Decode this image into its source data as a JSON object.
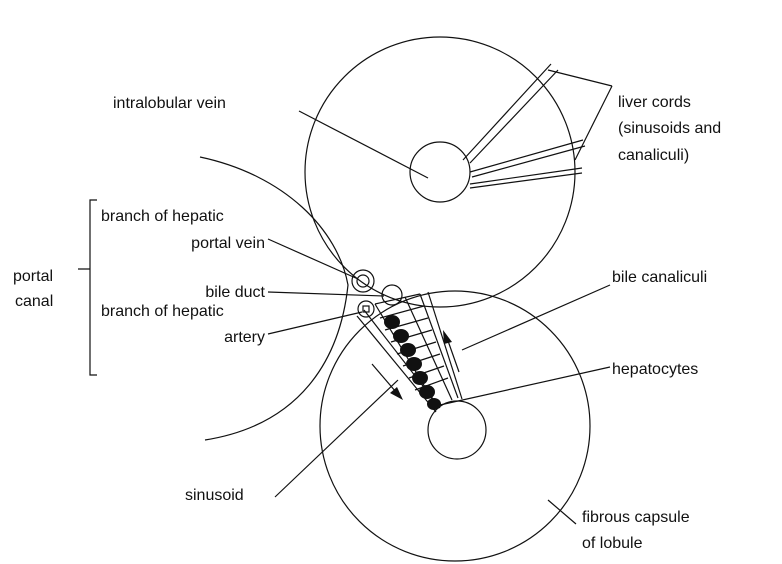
{
  "labels": {
    "intralobular_vein": "intralobular vein",
    "liver_cords_1": "liver cords",
    "liver_cords_2": "(sinusoids and",
    "liver_cords_3": "canaliculi)",
    "branch_portal_1": "branch of hepatic",
    "branch_portal_2": "portal vein",
    "bile_duct": "bile duct",
    "branch_artery_1": "branch of hepatic",
    "branch_artery_2": "artery",
    "portal_canal_1": "portal",
    "portal_canal_2": "canal",
    "bile_canaliculi": "bile canaliculi",
    "hepatocytes": "hepatocytes",
    "sinusoid": "sinusoid",
    "fibrous_capsule_1": "fibrous capsule",
    "fibrous_capsule_2": "of lobule"
  }
}
